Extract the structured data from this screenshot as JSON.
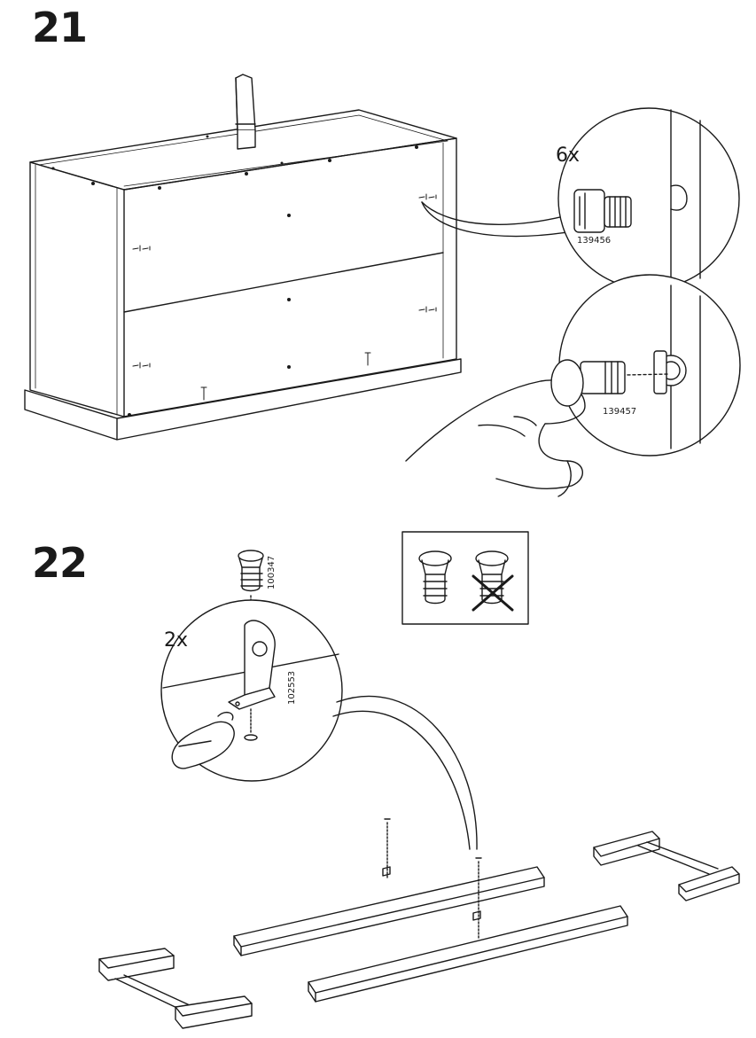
{
  "steps": [
    {
      "number": "21",
      "callouts": [
        {
          "quantity": "6x",
          "part_number": "139456"
        },
        {
          "quantity": "",
          "part_number": "139457"
        }
      ]
    },
    {
      "number": "22",
      "callouts": [
        {
          "part_number": "100347"
        },
        {
          "quantity": "2x",
          "part_number": "102553"
        }
      ]
    }
  ],
  "icons": {
    "cam_dowel": "cam-lock-dowel-icon",
    "cam_lock": "cam-lock-icon",
    "screw": "screw-icon",
    "bracket": "metal-bracket-icon",
    "hand": "hand-pointing-icon"
  },
  "colors": {
    "line": "#1a1a1a",
    "background": "#ffffff"
  }
}
